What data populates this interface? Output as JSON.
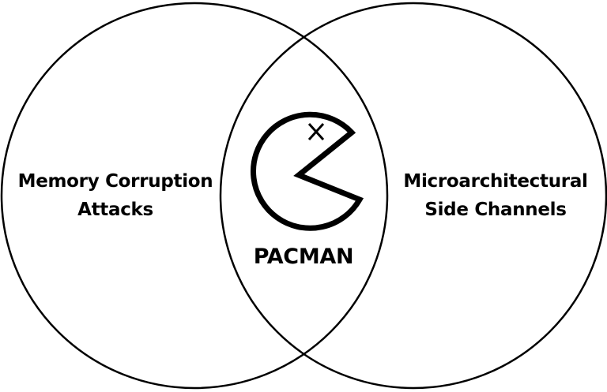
{
  "left_set": {
    "label_line1": "Memory Corruption",
    "label_line2": "Attacks"
  },
  "right_set": {
    "label_line1": "Microarchitectural",
    "label_line2": "Side Channels"
  },
  "intersection": {
    "label": "PACMAN",
    "icon": "pacman-icon-with-x-eye"
  },
  "colors": {
    "stroke": "#000000",
    "background": "#ffffff"
  }
}
